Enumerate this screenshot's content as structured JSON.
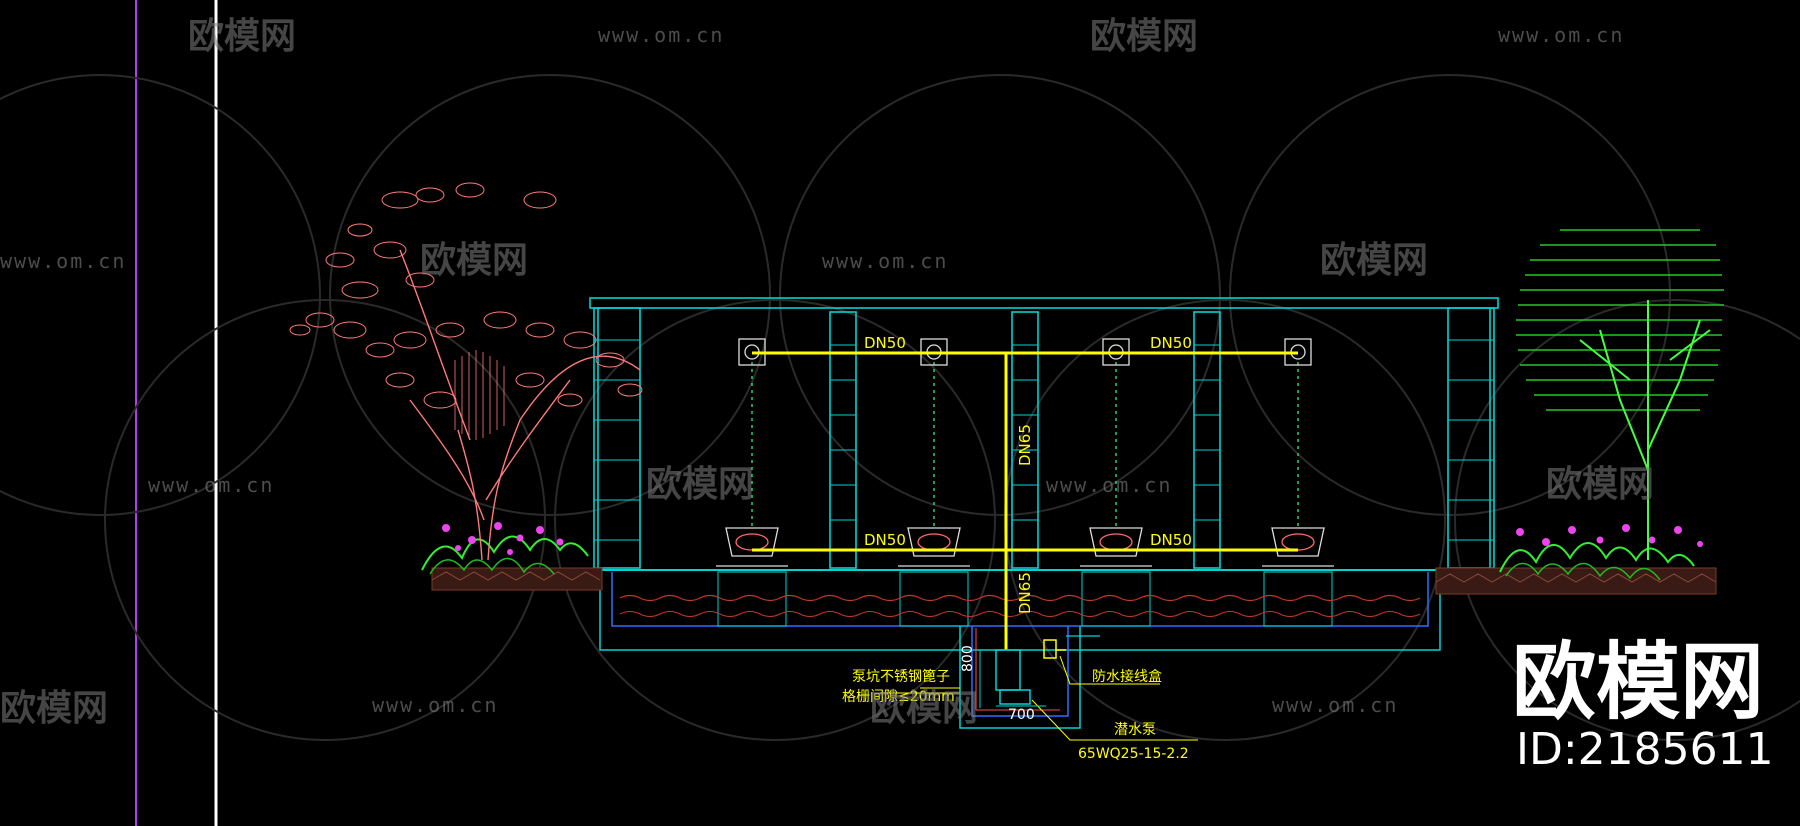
{
  "drawing": {
    "pipe_labels": {
      "top_left": "DN50",
      "top_right": "DN50",
      "bottom_left": "DN50",
      "bottom_right": "DN50",
      "riser_upper": "DN65",
      "riser_lower": "DN65"
    },
    "dimensions": {
      "pit_height": "800",
      "pit_width": "700"
    },
    "notes": {
      "pit_cover_line1": "泵坑不锈钢篦子",
      "pit_cover_line2": "格栅间隙≤20mm",
      "junction_box": "防水接线盒",
      "pump_name": "潜水泵",
      "pump_model": "65WQ25-15-2.2"
    },
    "colors": {
      "background": "#000000",
      "pipe": "#ffff00",
      "structure": "#00e5e5",
      "water_line": "#c0392b",
      "tree_left": "#ff7a7a",
      "tree_right": "#22c922",
      "shrub_green": "#33ee33",
      "shrub_flower": "#ee44ee",
      "spray": "#2ecc71",
      "frame_line_magenta": "#c040ff",
      "frame_line_white": "#ffffff"
    }
  },
  "watermark": {
    "brand": "欧模网",
    "url": "www.om.cn",
    "id_label": "ID:2185611"
  }
}
